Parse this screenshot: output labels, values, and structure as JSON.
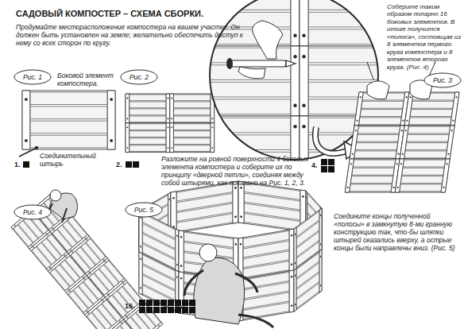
{
  "diagram": {
    "title": "САДОВЫЙ КОМПОСТЕР – СХЕМА СБОРКИ.",
    "nodes": [
      {
        "text": [
          "Рис. 1"
        ]
      },
      {
        "text": [
          "Рис. 2"
        ]
      },
      {
        "text": [
          "Рис. 3"
        ]
      },
      {
        "text": [
          "Рис. 4"
        ]
      },
      {
        "text": [
          "Рис. 5"
        ]
      }
    ],
    "labels": [
      "Продумайте месторасположение компостера на вашем участке. Он должен быть установлен на земле; желательно обеспечить доступ к нему со всех сторон по кругу.",
      "Боковой элемент компостера.",
      "Соединительный штырь",
      "1.",
      "2.",
      "Разложите на ровной поверхности 4 боковых элемента компостера и соберите их по принципу «дверной петли», соединяя между собой штырями, как показано на Рис. 1, 2, 3.",
      "4.",
      "Соберите таким образом попарно 16 боковых элементов. В итоге получится «полоса», состоящая из 8 элементов первого круга компостера и 8 элементов второго круга. (Рис. 4)",
      "Соедините концы полученной «полосы» в замкнутую 8-ми гранную конструкцию так, что-бы шляпки штырей оказались вверху, а острые концы были направлены вниз. (Рис. 5)",
      "16."
    ]
  }
}
